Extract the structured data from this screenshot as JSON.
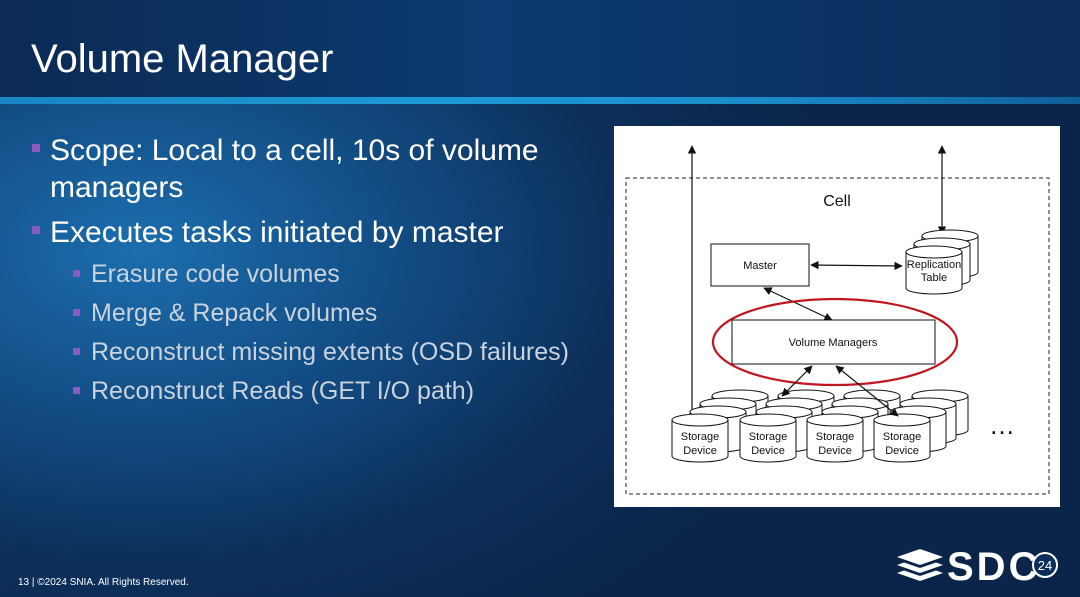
{
  "slide": {
    "title": "Volume Manager",
    "bullets": [
      {
        "text": "Scope: Local to a cell, 10s of volume managers"
      },
      {
        "text": "Executes tasks initiated by master"
      }
    ],
    "subbullets": [
      {
        "text": "Erasure code volumes"
      },
      {
        "text": "Merge & Repack volumes"
      },
      {
        "text": "Reconstruct missing extents (OSD failures)"
      },
      {
        "text": "Reconstruct Reads (GET I/O path)"
      }
    ],
    "footer": "13 | ©2024 SNIA. All Rights Reserved."
  },
  "diagram": {
    "cell_label": "Cell",
    "master_label": "Master",
    "replication_line1": "Replication",
    "replication_line2": "Table",
    "volume_managers_label": "Volume Managers",
    "storage_line1": "Storage",
    "storage_line2": "Device",
    "ellipsis": "…",
    "highlight_color": "#c0161f"
  },
  "logo": {
    "text": "SDC",
    "badge": "24"
  },
  "colors": {
    "bullet_square": "#8a5cc2",
    "title_rule": "#1d9ad6"
  }
}
